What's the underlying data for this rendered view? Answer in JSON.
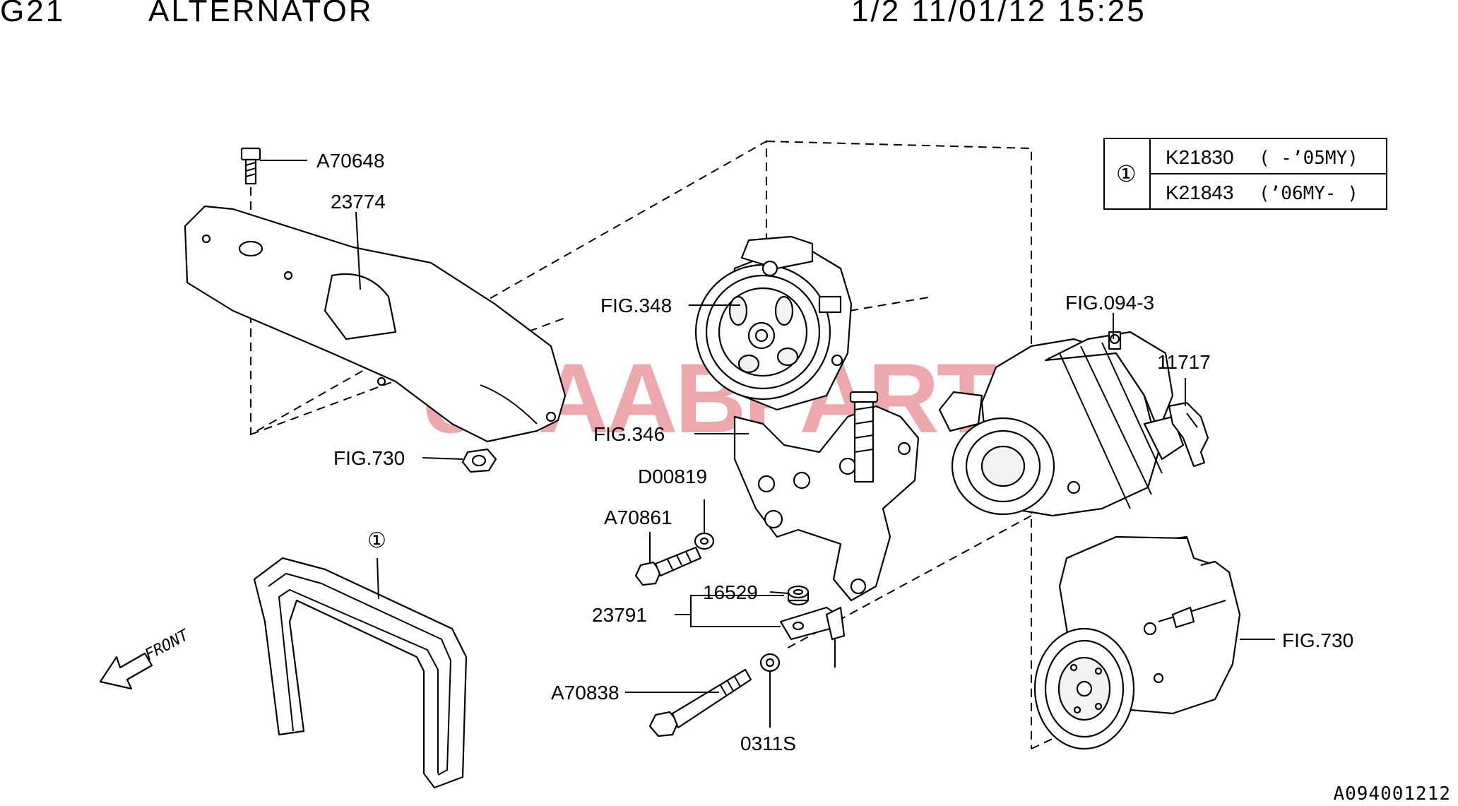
{
  "header": {
    "figure_code": "G21",
    "title": "ALTERNATOR",
    "page_info": "1/2 11/01/12 15:25"
  },
  "reference_table": {
    "marker": "①",
    "rows": [
      {
        "part": "K21830",
        "range": "( -’05MY)"
      },
      {
        "part": "K21843",
        "range": "(’06MY- )"
      }
    ]
  },
  "callouts": {
    "a70648": "A70648",
    "p23774": "23774",
    "fig348": "FIG.348",
    "fig094_3": "FIG.094-3",
    "p11717": "11717",
    "fig346": "FIG.346",
    "fig730_top": "FIG.730",
    "d00819": "D00819",
    "a70861": "A70861",
    "p16529": "16529",
    "p23791": "23791",
    "a70838": "A70838",
    "p0311s": "0311S",
    "fig730_right": "FIG.730",
    "belt_marker": "①"
  },
  "front_label": "FRONT",
  "watermark": "eSAABPARTS",
  "footer_code": "A094001212"
}
